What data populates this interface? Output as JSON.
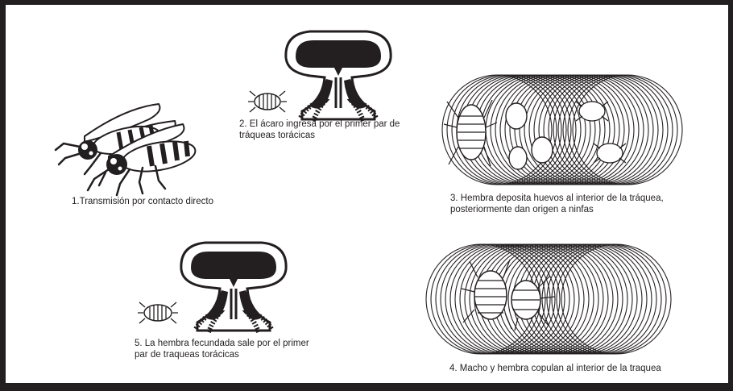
{
  "figure": {
    "border_color": "#231f20",
    "ink_color": "#231f20",
    "background": "#ffffff"
  },
  "steps": [
    {
      "id": 1,
      "caption_lines": [
        "1.Transmisión por contacto directo"
      ],
      "icon": "two-bees-illustration"
    },
    {
      "id": 2,
      "caption_lines": [
        "2. El ácaro ingresa por el primer par de",
        "tráqueas torácicas"
      ],
      "icon": "bee-thorax-tracheae-with-mite"
    },
    {
      "id": 3,
      "caption_lines": [
        "3. Hembra deposita huevos al interior de la tráquea,",
        "posteriormente dan origen a ninfas"
      ],
      "icon": "trachea-tube-with-mite-and-eggs"
    },
    {
      "id": 4,
      "caption_lines": [
        "4. Macho y hembra copulan al interior de la traquea"
      ],
      "icon": "trachea-tube-with-mating-mites"
    },
    {
      "id": 5,
      "caption_lines": [
        "5. La hembra fecundada sale por el primer",
        "par de traqueas torácicas"
      ],
      "icon": "bee-thorax-tracheae-mite-exiting"
    }
  ]
}
